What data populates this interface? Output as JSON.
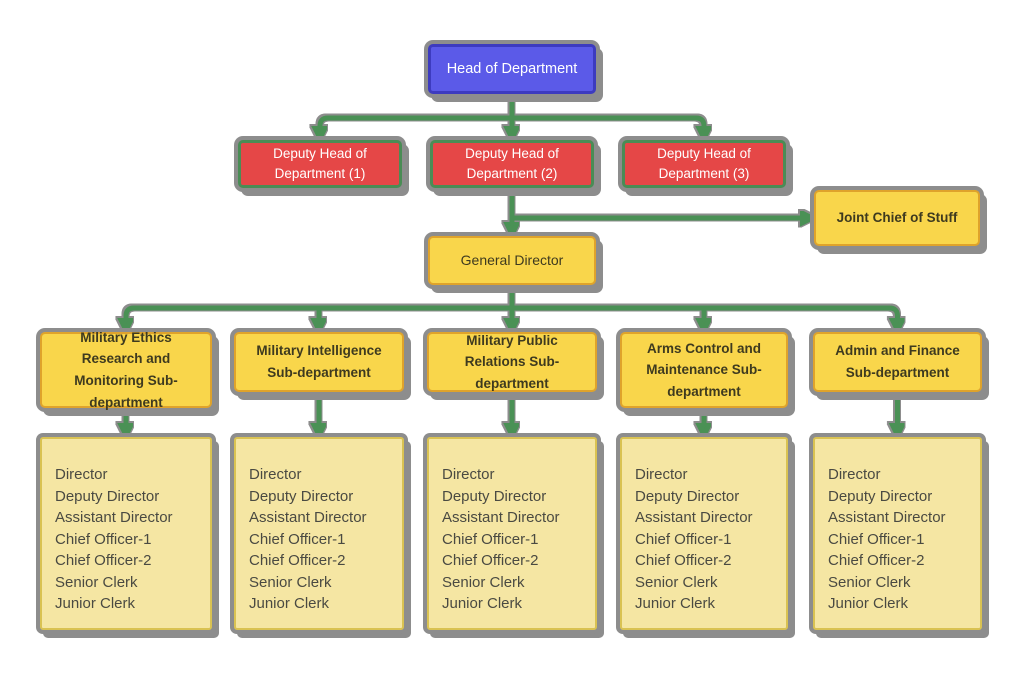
{
  "colors": {
    "edge": "#4A9155",
    "casing": "#8d8d8d",
    "head_fill": "#5B5AE8",
    "head_border": "#3D3BBF",
    "head_text": "#FFFFFF",
    "deputy_fill": "#E54747",
    "deputy_border": "#4A8C55",
    "deputy_text": "#FFFFFF",
    "gold_fill": "#F9D64B",
    "gold_border": "#DFA32B",
    "gold_text": "#3E3A1F",
    "list_fill": "#F5E6A3",
    "list_border": "#D9C252",
    "list_text": "#4A4A42",
    "background": "#FFFFFF"
  },
  "nodes": {
    "head": {
      "label": "Head of Department"
    },
    "deputy1": {
      "label": "Deputy Head of Department (1)"
    },
    "deputy2": {
      "label": "Deputy Head of Department (2)"
    },
    "deputy3": {
      "label": "Deputy Head of Department (3)"
    },
    "joint_chief": {
      "label": "Joint Chief of Stuff"
    },
    "general_director": {
      "label": "General Director"
    },
    "sub1": {
      "label": "Military Ethics Research and Monitoring Sub-department"
    },
    "sub2": {
      "label": "Military Intelligence Sub-department"
    },
    "sub3": {
      "label": "Military Public Relations Sub-department"
    },
    "sub4": {
      "label": "Arms Control and Maintenance Sub-department"
    },
    "sub5": {
      "label": "Admin and Finance Sub-department"
    }
  },
  "staff_roles": [
    "Director",
    "Deputy Director",
    "Assistant Director",
    "Chief Officer-1",
    "Chief Officer-2",
    "Senior Clerk",
    "Junior Clerk"
  ],
  "edges": [
    [
      "head",
      "deputy1"
    ],
    [
      "head",
      "deputy2"
    ],
    [
      "head",
      "deputy3"
    ],
    [
      "deputy2",
      "joint_chief"
    ],
    [
      "deputy2",
      "general_director"
    ],
    [
      "general_director",
      "sub1"
    ],
    [
      "general_director",
      "sub2"
    ],
    [
      "general_director",
      "sub3"
    ],
    [
      "general_director",
      "sub4"
    ],
    [
      "general_director",
      "sub5"
    ],
    [
      "sub1",
      "staff_list"
    ],
    [
      "sub2",
      "staff_list"
    ],
    [
      "sub3",
      "staff_list"
    ],
    [
      "sub4",
      "staff_list"
    ],
    [
      "sub5",
      "staff_list"
    ]
  ]
}
